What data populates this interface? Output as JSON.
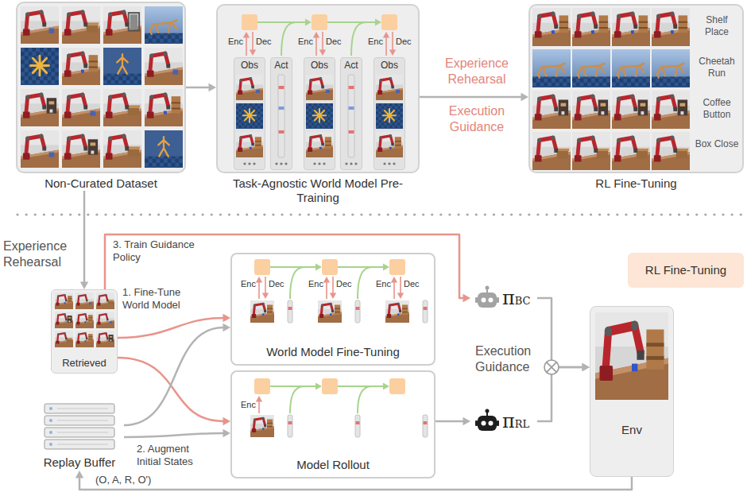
{
  "diagram": {
    "nodes": [
      {
        "text": [
          "Non-Curated Dataset"
        ]
      },
      {
        "text": [
          "Task-Agnostic World Model Pre-Training"
        ]
      },
      {
        "text": [
          "Obs"
        ],
        "in": 1
      },
      {
        "text": [
          "Act"
        ],
        "in": 1
      },
      {
        "text": [
          "Obs"
        ],
        "in": 1
      },
      {
        "text": [
          "Act"
        ],
        "in": 1
      },
      {
        "text": [
          "Obs"
        ],
        "in": 1
      },
      {
        "text": [
          "RL Fine-Tuning"
        ]
      },
      {
        "text": [
          "Retrieved"
        ]
      },
      {
        "text": [
          "Replay Buffer"
        ]
      },
      {
        "text": [
          "World Model Fine-Tuning"
        ]
      },
      {
        "text": [
          "Model Rollout"
        ]
      },
      {
        "text": [
          "πBC"
        ]
      },
      {
        "text": [
          "πRL"
        ]
      },
      {
        "text": [
          "RL Fine-Tuning"
        ]
      },
      {
        "text": [
          "Env"
        ]
      }
    ],
    "edges": [
      {
        "from": 0,
        "to": 1,
        "arrow": "to"
      },
      {
        "from": 1,
        "to": 7,
        "arrow": "to"
      },
      {
        "from": 0,
        "to": 8,
        "arrow": "to"
      },
      {
        "from": 8,
        "to": 12,
        "label": "3. Train Guidance Policy",
        "arrow": "to"
      },
      {
        "from": 8,
        "to": 10,
        "label": "1. Fine-Tune World Model",
        "arrow": "to"
      },
      {
        "from": 8,
        "to": 11,
        "label": "2. Augment Initial States",
        "arrow": "to"
      },
      {
        "from": 9,
        "to": 10,
        "arrow": "to"
      },
      {
        "from": 9,
        "to": 11,
        "arrow": "to"
      },
      {
        "from": 11,
        "to": 13,
        "arrow": "to"
      },
      {
        "from": 12,
        "to": 15,
        "arrow": "to"
      },
      {
        "from": 13,
        "to": 15,
        "arrow": "to"
      },
      {
        "from": 15,
        "to": 9,
        "label": "(O, A, R, O')",
        "arrow": "to"
      }
    ],
    "labels": [
      "Enc",
      "Dec",
      "Enc",
      "Dec",
      "Enc",
      "Dec",
      "Experience Rehearsal",
      "Execution Guidance",
      "Shelf Place",
      "Cheetah Run",
      "Coffee Button",
      "Box Close",
      "Experience Rehearsal",
      "Enc",
      "Dec",
      "Enc",
      "Dec",
      "Enc",
      "Dec",
      "Enc",
      "Execution Guidance"
    ]
  }
}
